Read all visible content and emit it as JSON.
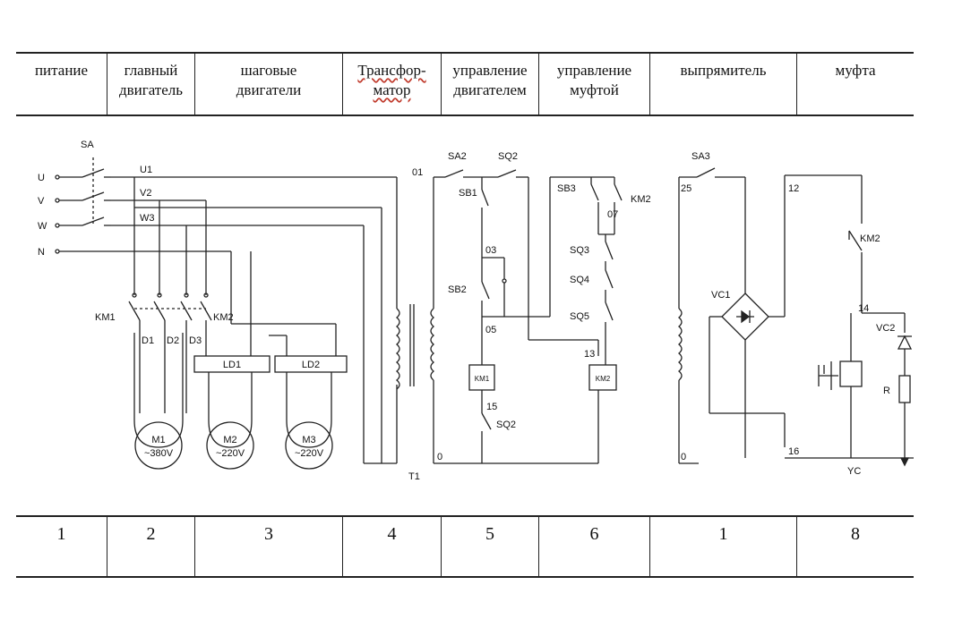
{
  "header": {
    "cells": [
      {
        "label": "питание"
      },
      {
        "label": "главный двигатель"
      },
      {
        "label": "шаговые двигатели"
      },
      {
        "label": "Трансфор-матор"
      },
      {
        "label": "управление двигателем"
      },
      {
        "label": "управление муфтой"
      },
      {
        "label": "выпрямитель"
      },
      {
        "label": "муфта"
      }
    ]
  },
  "footer": {
    "cells": [
      {
        "label": "1"
      },
      {
        "label": "2"
      },
      {
        "label": "3"
      },
      {
        "label": "4"
      },
      {
        "label": "5"
      },
      {
        "label": "6"
      },
      {
        "label": "1"
      },
      {
        "label": "8"
      }
    ]
  },
  "schematic": {
    "power": {
      "switch": "SA",
      "phase_u": "U",
      "phase_v": "V",
      "phase_w": "W",
      "neutral": "N",
      "line_u": "U1",
      "line_v": "V2",
      "line_w": "W3"
    },
    "main_motor": {
      "contactor_1": "KM1",
      "contactor_2": "KM2",
      "diode_1": "D1",
      "diode_2": "D2",
      "diode_3": "D3",
      "motor_name": "M1",
      "motor_rating": "~380V"
    },
    "stepper": {
      "driver_1": "LD1",
      "driver_2": "LD2",
      "motor_2_name": "M2",
      "motor_2_rating": "~220V",
      "motor_3_name": "M3",
      "motor_3_rating": "~220V"
    },
    "transformer": {
      "name": "T1",
      "node_01": "01",
      "node_0": "0"
    },
    "motor_control": {
      "sa2": "SA2",
      "sq2_top": "SQ2",
      "sb1": "SB1",
      "node_03": "03",
      "sb2": "SB2",
      "node_05": "05",
      "coil_km1": "KM1",
      "node_15": "15",
      "sq2_bottom": "SQ2"
    },
    "clutch_control": {
      "sb3": "SB3",
      "km2_contact": "KM2",
      "node_07": "07",
      "sq3": "SQ3",
      "sq4": "SQ4",
      "sq5": "SQ5",
      "node_13": "13",
      "coil_km2": "KM2"
    },
    "rectifier": {
      "sa3": "SA3",
      "node_25": "25",
      "bridge": "VC1",
      "node_0": "0"
    },
    "clutch": {
      "node_12": "12",
      "km2_contact": "KM2",
      "node_14": "14",
      "diode": "VC2",
      "resistor": "R",
      "node_16": "16",
      "coil": "YC"
    }
  }
}
